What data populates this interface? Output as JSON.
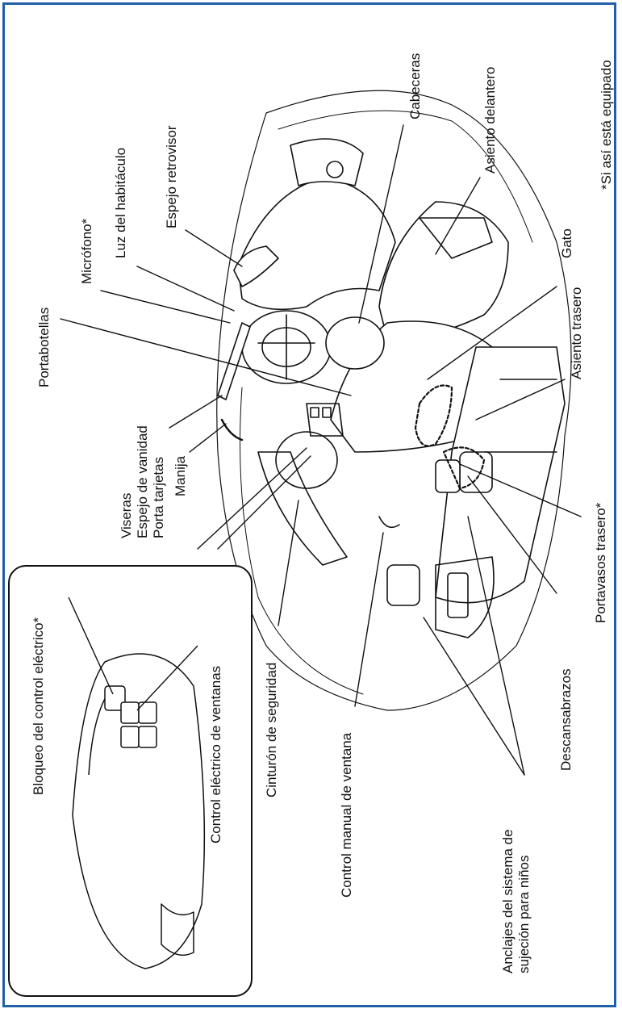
{
  "footnote": "*Si así está equipado",
  "labels": {
    "cabeceras": "Cabeceras",
    "asiento_delantero": "Asiento delantero",
    "espejo_retrovisor": "Espejo retrovisor",
    "luz_habitaculo": "Luz del habitáculo",
    "microfono": "Micrófono*",
    "gato": "Gato",
    "asiento_trasero": "Asiento trasero",
    "portabotellas": "Portabotellas",
    "viseras_lines": [
      "Viseras",
      "Espejo de vanidad",
      "Porta tarjetas"
    ],
    "manija": "Manija",
    "portavasos_trasero": "Portavasos trasero*",
    "descansabrazos": "Descansabrazos",
    "anclajes_lines": [
      "Anclajes del sistema de",
      "sujeción para niños"
    ],
    "control_manual": "Control manual de ventana",
    "cinturon": "Cinturón de seguridad",
    "bloqueo": "Bloqueo del control eléctrico*",
    "control_electrico": "Control eléctrico de ventanas"
  },
  "icons": [
    "vehicle-interior-illustration",
    "door-switch-panel-illustration"
  ],
  "colors": {
    "frame": "#1f5fa8",
    "lines": "#111111"
  }
}
